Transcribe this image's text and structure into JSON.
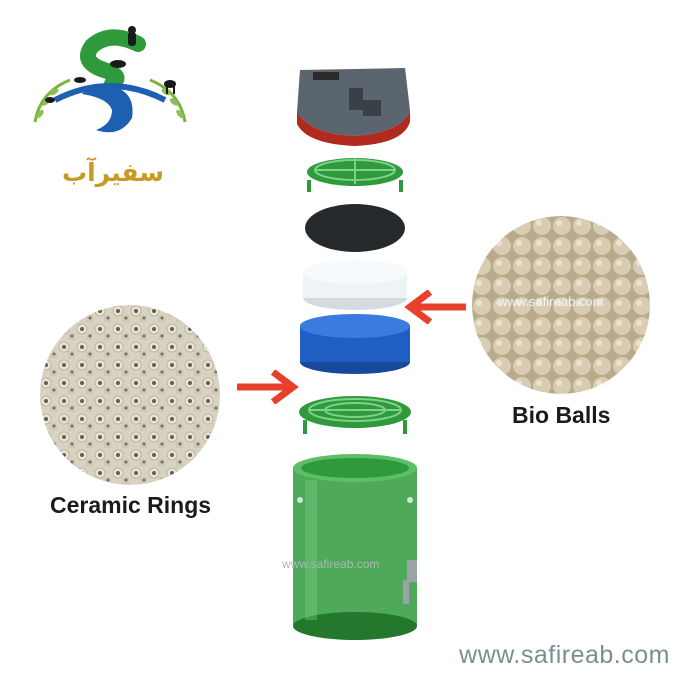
{
  "logo": {
    "brand_text": "سفیرآب",
    "icon": "dolphin-animals-logo"
  },
  "labels": {
    "ceramic": "Ceramic Rings",
    "bio": "Bio Balls"
  },
  "watermarks": {
    "bottom": "www.safireab.com",
    "canister": "www.safireab.com",
    "bio_overlay": "www.safireab.com"
  },
  "colors": {
    "green": "#2f9a3c",
    "blue": "#1f5fc4",
    "arrow": "#e8412b",
    "brand_gold": "#c79a24",
    "brand_blue": "#1d5fb0"
  }
}
